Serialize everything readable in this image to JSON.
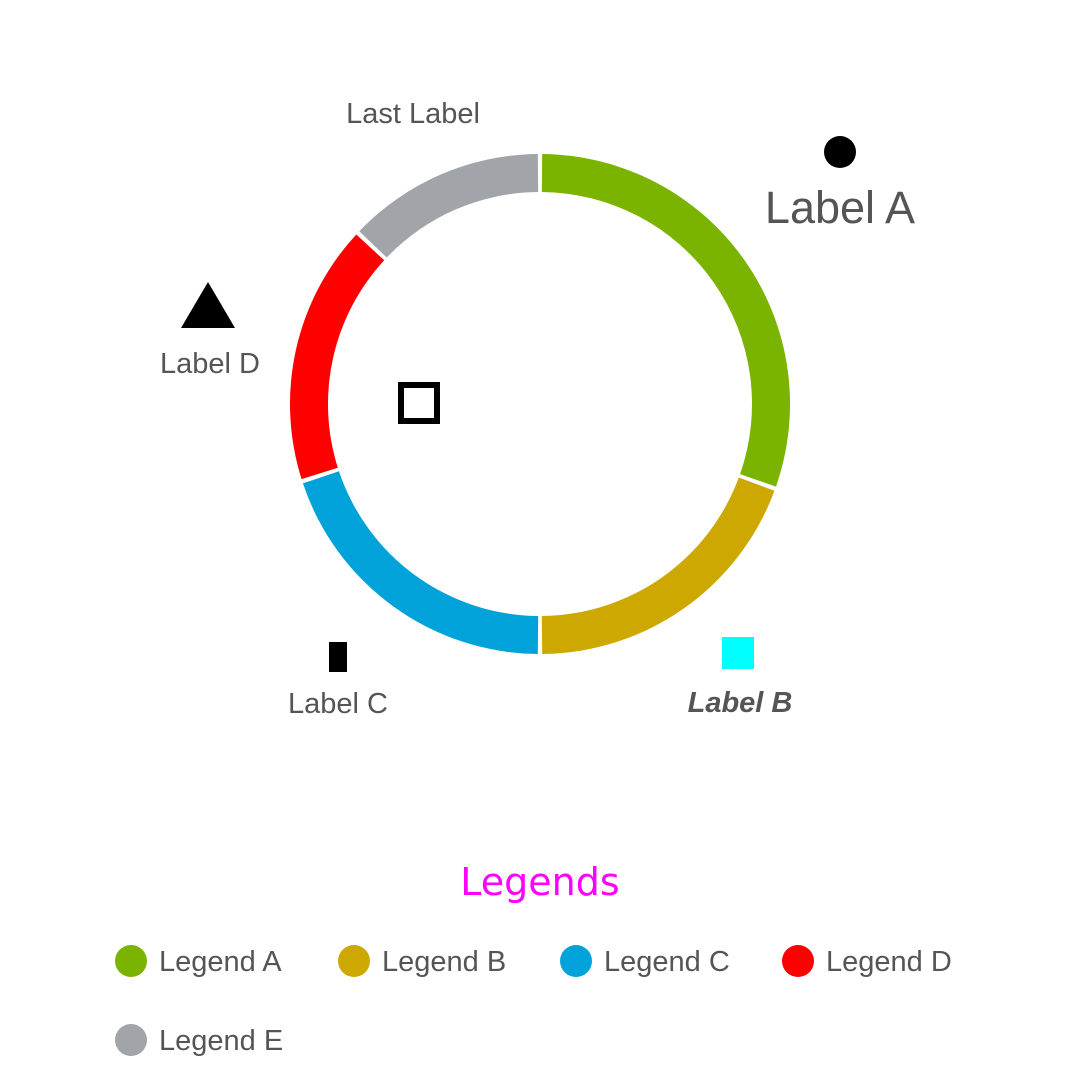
{
  "chart_data": {
    "type": "pie",
    "donut": true,
    "slices": [
      {
        "legend": "Legend A",
        "label": "Label A",
        "value": 30.5,
        "color": "#7bb400",
        "marker": "circle",
        "label_color": "#555555"
      },
      {
        "legend": "Legend B",
        "label": "Label B",
        "value": 19.5,
        "color": "#cca800",
        "marker": "square",
        "marker_color": "#00ffff",
        "label_color": "#555555",
        "label_style": "italic"
      },
      {
        "legend": "Legend C",
        "label": "Label C",
        "value": 20,
        "color": "#00a3d9",
        "marker": "rectangle",
        "label_color": "#ff0000"
      },
      {
        "legend": "Legend D",
        "label": "Label D",
        "value": 17,
        "color": "#ff0000",
        "marker": "triangle",
        "label_color": "#555555"
      },
      {
        "legend": "Legend E",
        "label": "Last Label",
        "value": 13,
        "color": "#a1a5a9",
        "marker": "none",
        "label_color": "#555555"
      }
    ],
    "center_marker": "hollow-square",
    "legend": {
      "title": "Legends",
      "title_color": "#ff00ff",
      "placement": "bottom"
    }
  }
}
